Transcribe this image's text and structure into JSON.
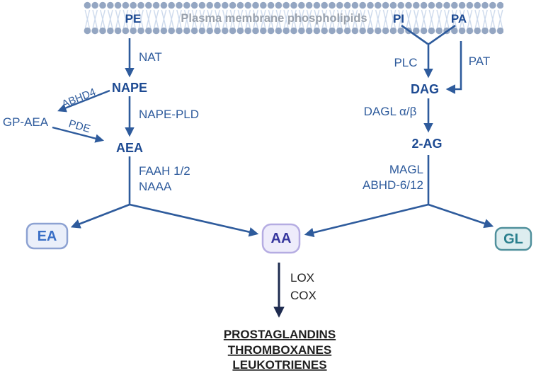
{
  "membrane": {
    "title": "Plasma membrane phospholipids",
    "pe": "PE",
    "pi": "PI",
    "pa": "PA"
  },
  "left_pathway": {
    "nat": "NAT",
    "nape": "NAPE",
    "abhd4": "ABHD4",
    "gp_aea": "GP-AEA",
    "pde": "PDE",
    "nape_pld": "NAPE-PLD",
    "aea": "AEA",
    "faah": "FAAH 1/2",
    "naaa": "NAAA"
  },
  "right_pathway": {
    "plc": "PLC",
    "pat": "PAT",
    "dag": "DAG",
    "dagl": "DAGL α/β",
    "two_ag": "2-AG",
    "magl": "MAGL",
    "abhd612": "ABHD-6/12"
  },
  "products": {
    "ea": "EA",
    "aa": "AA",
    "gl": "GL"
  },
  "downstream": {
    "lox": "LOX",
    "cox": "COX",
    "outputs": [
      "PROSTAGLANDINS",
      "THROMBOXANES",
      "LEUKOTRIENES"
    ]
  },
  "colors": {
    "pathway_blue": "#2e5b9c",
    "node_navy": "#1d4a92",
    "dark_arrow": "#1e2b4f",
    "membrane_head": "#94a6c2",
    "membrane_tail": "#ccd9ec",
    "membrane_title_gray": "#9aa2ad",
    "ea_fill": "#eaeffa",
    "ea_border": "#8da2d2",
    "ea_text": "#3a6fc6",
    "aa_fill": "#eeecfb",
    "aa_border": "#b5ace2",
    "aa_text": "#37379e",
    "gl_fill": "#ddedef",
    "gl_border": "#50909c",
    "gl_text": "#2a7f8d"
  }
}
